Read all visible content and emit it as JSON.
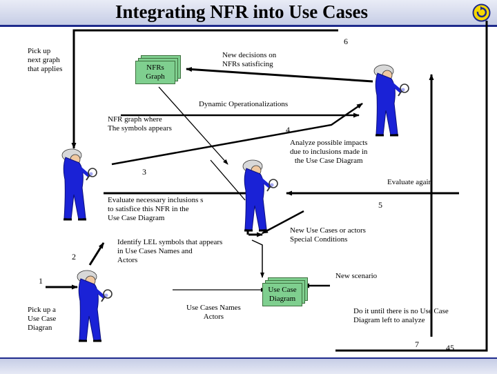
{
  "header": {
    "title": "Integrating NFR into Use Cases"
  },
  "labels": {
    "pick_graph": "Pick up\nnext graph\nthat applies",
    "new_decisions": "New decisions on\nNFRs satisficing",
    "dynamic_op": "Dynamic Operationalizations",
    "nfr_graph_where": "NFR graph where\nThe symbols appears",
    "analyze": "Analyze possible impacts\ndue to inclusions made in\nthe Use Case Diagram",
    "evaluate_again": "Evaluate again",
    "evaluate_necessary": "Evaluate necessary inclusions s\nto satisfice this NFR in the\nUse Case Diagram",
    "identify": "Identify LEL symbols that appears\nin Use Cases Names and\nActors",
    "new_use_cases": "New Use Cases or actors\nSpecial Conditions",
    "new_scenario": "New scenario",
    "pick_use_case": "Pick up a\nUse Case\nDiagran",
    "use_cases_names": "Use Cases Names\nActors",
    "do_it_until": "Do it until there is no Use Case\nDiagram left to analyze"
  },
  "steps": {
    "s1": "1",
    "s2": "2",
    "s3": "3",
    "s4": "4",
    "s5": "5",
    "s6": "6",
    "s7": "7"
  },
  "page_number": "45",
  "documents": {
    "nfrs_graph": "NFRs\nGraph",
    "use_case_diagram": "Use Case\nDiagram"
  },
  "colors": {
    "accent": "#1e2a8c",
    "figure_blue": "#1a22d6",
    "doc_green": "#7fcf8f"
  },
  "icons": [
    "person-with-magnifier-icon",
    "logo-icon"
  ]
}
